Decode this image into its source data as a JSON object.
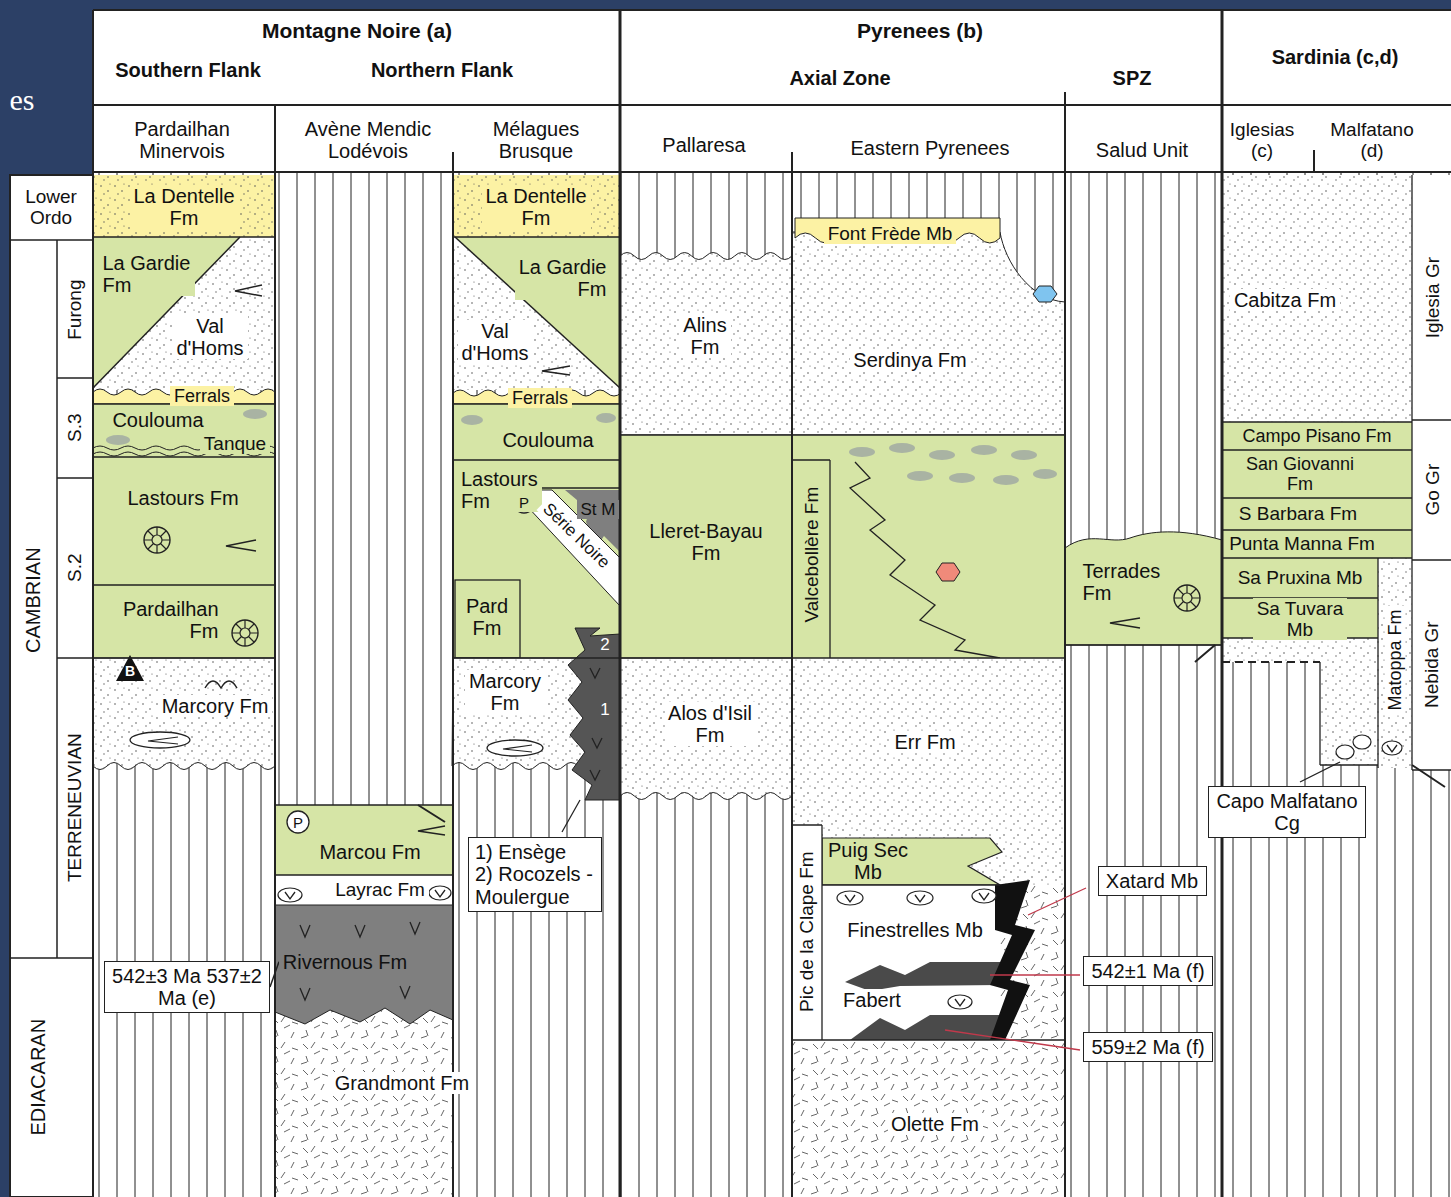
{
  "diagram": {
    "nodes": [
      {
        "text": [
          "La Dentelle Fm"
        ]
      },
      {
        "text": [
          "La Gardie Fm"
        ]
      },
      {
        "text": [
          "Val d'Homs"
        ]
      },
      {
        "text": [
          "Ferrals"
        ]
      },
      {
        "text": [
          "Coulouma"
        ]
      },
      {
        "text": [
          "Tanque"
        ]
      },
      {
        "text": [
          "Lastours Fm"
        ]
      },
      {
        "text": [
          "Pardailhan Fm"
        ]
      },
      {
        "text": [
          "Marcory Fm"
        ]
      },
      {
        "text": [
          "542±3 Ma 537±2 Ma (e)"
        ]
      },
      {
        "text": [
          "Marcou Fm"
        ]
      },
      {
        "text": [
          "Layrac Fm"
        ]
      },
      {
        "text": [
          "Rivernous Fm"
        ]
      },
      {
        "text": [
          "Grandmont Fm"
        ]
      },
      {
        "text": [
          "La Dentelle Fm"
        ]
      },
      {
        "text": [
          "La Gardie Fm"
        ]
      },
      {
        "text": [
          "Val d'Homs"
        ]
      },
      {
        "text": [
          "Ferrals"
        ]
      },
      {
        "text": [
          "Coulouma"
        ]
      },
      {
        "text": [
          "Lastours Fm"
        ]
      },
      {
        "text": [
          "Série Noire"
        ]
      },
      {
        "text": [
          "St M"
        ]
      },
      {
        "text": [
          "Pard Fm"
        ]
      },
      {
        "text": [
          "Marcory Fm"
        ]
      },
      {
        "text": [
          "1) Ensège",
          "2) Rocozels - Moulergue"
        ]
      },
      {
        "text": [
          "Alins Fm"
        ]
      },
      {
        "text": [
          "Lleret-Bayau Fm"
        ]
      },
      {
        "text": [
          "Alos d'Isil Fm"
        ]
      },
      {
        "text": [
          "Font Frède Mb"
        ]
      },
      {
        "text": [
          "Serdinya Fm"
        ]
      },
      {
        "text": [
          "Valcebollère Fm"
        ]
      },
      {
        "text": [
          "Err Fm"
        ]
      },
      {
        "text": [
          "Puig Sec Mb"
        ]
      },
      {
        "text": [
          "Finestrelles Mb"
        ]
      },
      {
        "text": [
          "Fabert"
        ]
      },
      {
        "text": [
          "Pic de la Clape Fm"
        ]
      },
      {
        "text": [
          "Olette Fm"
        ]
      },
      {
        "text": [
          "Xatard Mb"
        ]
      },
      {
        "text": [
          "542±1 Ma (f)"
        ]
      },
      {
        "text": [
          "559±2 Ma (f)"
        ]
      },
      {
        "text": [
          "Terrades Fm"
        ]
      },
      {
        "text": [
          "Cabitza Fm"
        ]
      },
      {
        "text": [
          "Campo Pisano Fm"
        ]
      },
      {
        "text": [
          "San Giovanni Fm"
        ]
      },
      {
        "text": [
          "S Barbara Fm"
        ]
      },
      {
        "text": [
          "Punta Manna Fm"
        ]
      },
      {
        "text": [
          "Sa Pruxina Mb"
        ]
      },
      {
        "text": [
          "Sa Tuvara Mb"
        ]
      },
      {
        "text": [
          "Matoppa Fm"
        ]
      },
      {
        "text": [
          "Capo Malfatano Cg"
        ]
      },
      {
        "text": [
          "Iglesia Gr"
        ]
      },
      {
        "text": [
          "Go Gr"
        ]
      },
      {
        "text": [
          "Nebida Gr"
        ]
      }
    ],
    "edges": [
      {
        "from": 9,
        "to": 12,
        "arrow": "none"
      }
    ],
    "labels": [
      "es",
      "Montagne Noire (a)",
      "Southern Flank",
      "Northern Flank",
      "Pyrenees (b)",
      "Axial Zone",
      "SPZ",
      "Sardinia (c,d)",
      "Pardailhan Minervois",
      "Avène Mendic Lodévois",
      "Mélagues Brusque",
      "Pallaresa",
      "Eastern Pyrenees",
      "Salud Unit",
      "Iglesias (c)",
      "Malfatano (d)",
      "Lower Ordo",
      "Furong",
      "S.3",
      "S.2",
      "CAMBRIAN",
      "TERRENEUVIAN",
      "EDIACARAN",
      "B",
      "P",
      "P",
      "1",
      "2"
    ]
  }
}
